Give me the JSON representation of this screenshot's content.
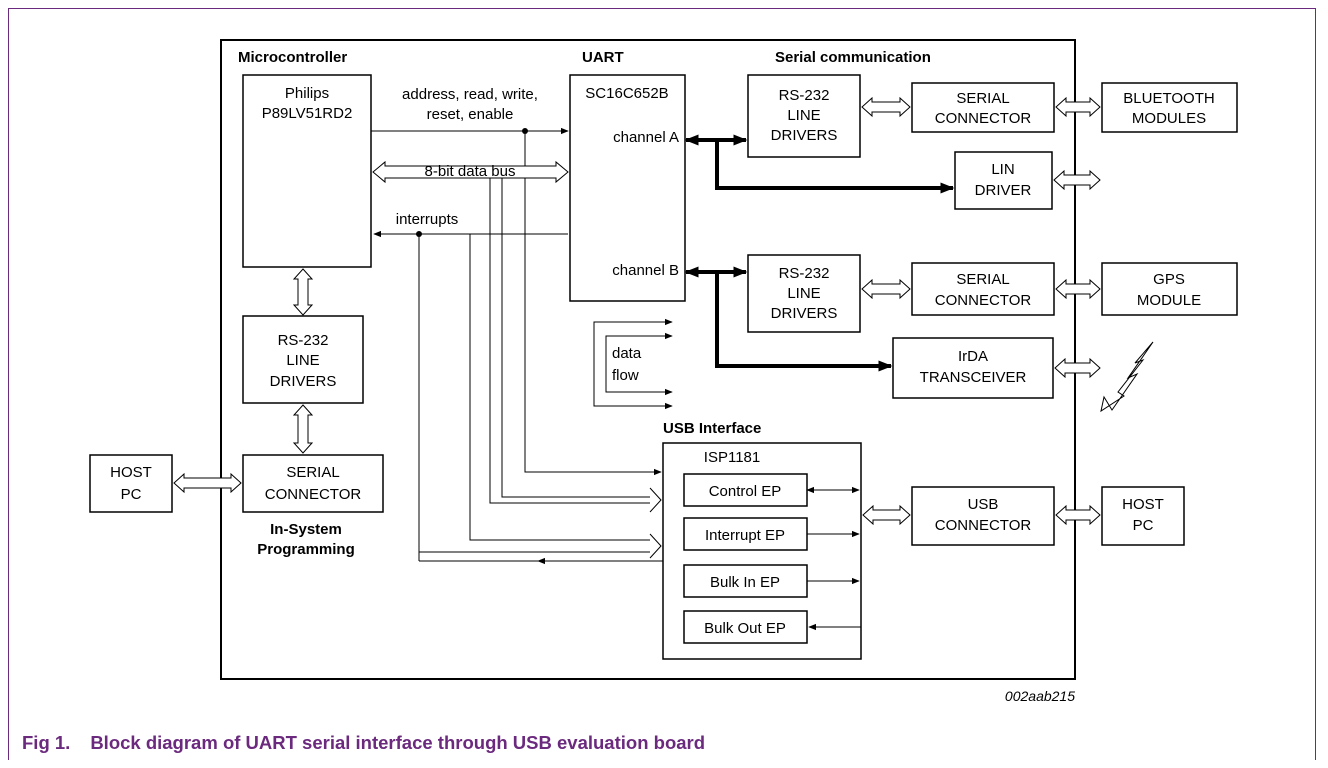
{
  "sections": {
    "microcontroller": "Microcontroller",
    "uart": "UART",
    "serial_communication": "Serial communication",
    "usb_interface": "USB Interface",
    "isp_line1": "In-System",
    "isp_line2": "Programming"
  },
  "blocks": {
    "mcu": [
      "Philips",
      "P89LV51RD2"
    ],
    "uart_chip": "SC16C652B",
    "channel_a": "channel A",
    "channel_b": "channel B",
    "rs232_top": [
      "RS-232",
      "LINE",
      "DRIVERS"
    ],
    "rs232_mid": [
      "RS-232",
      "LINE",
      "DRIVERS"
    ],
    "rs232_left": [
      "RS-232",
      "LINE",
      "DRIVERS"
    ],
    "serial_conn_top": [
      "SERIAL",
      "CONNECTOR"
    ],
    "serial_conn_mid": [
      "SERIAL",
      "CONNECTOR"
    ],
    "serial_conn_left": [
      "SERIAL",
      "CONNECTOR"
    ],
    "bluetooth": [
      "BLUETOOTH",
      "MODULES"
    ],
    "lin": [
      "LIN",
      "DRIVER"
    ],
    "gps": [
      "GPS",
      "MODULE"
    ],
    "irda": [
      "IrDA",
      "TRANSCEIVER"
    ],
    "host_pc_left": [
      "HOST",
      "PC"
    ],
    "host_pc_right": [
      "HOST",
      "PC"
    ],
    "usb_connector": [
      "USB",
      "CONNECTOR"
    ],
    "isp1181": "ISP1181",
    "control_ep": "Control EP",
    "interrupt_ep": "Interrupt EP",
    "bulk_in_ep": "Bulk In EP",
    "bulk_out_ep": "Bulk Out EP"
  },
  "signals": {
    "address_line1": "address, read, write,",
    "address_line2": "reset, enable",
    "data_bus": "8-bit data bus",
    "interrupts": "interrupts",
    "data_flow": [
      "data",
      "flow"
    ]
  },
  "figure_code": "002aab215",
  "caption": {
    "number": "Fig 1.",
    "text": "Block diagram of UART serial interface through USB evaluation board"
  },
  "colors": {
    "caption": "#6b2a7e",
    "frame": "#6b2a7e",
    "lines": "#000000"
  }
}
